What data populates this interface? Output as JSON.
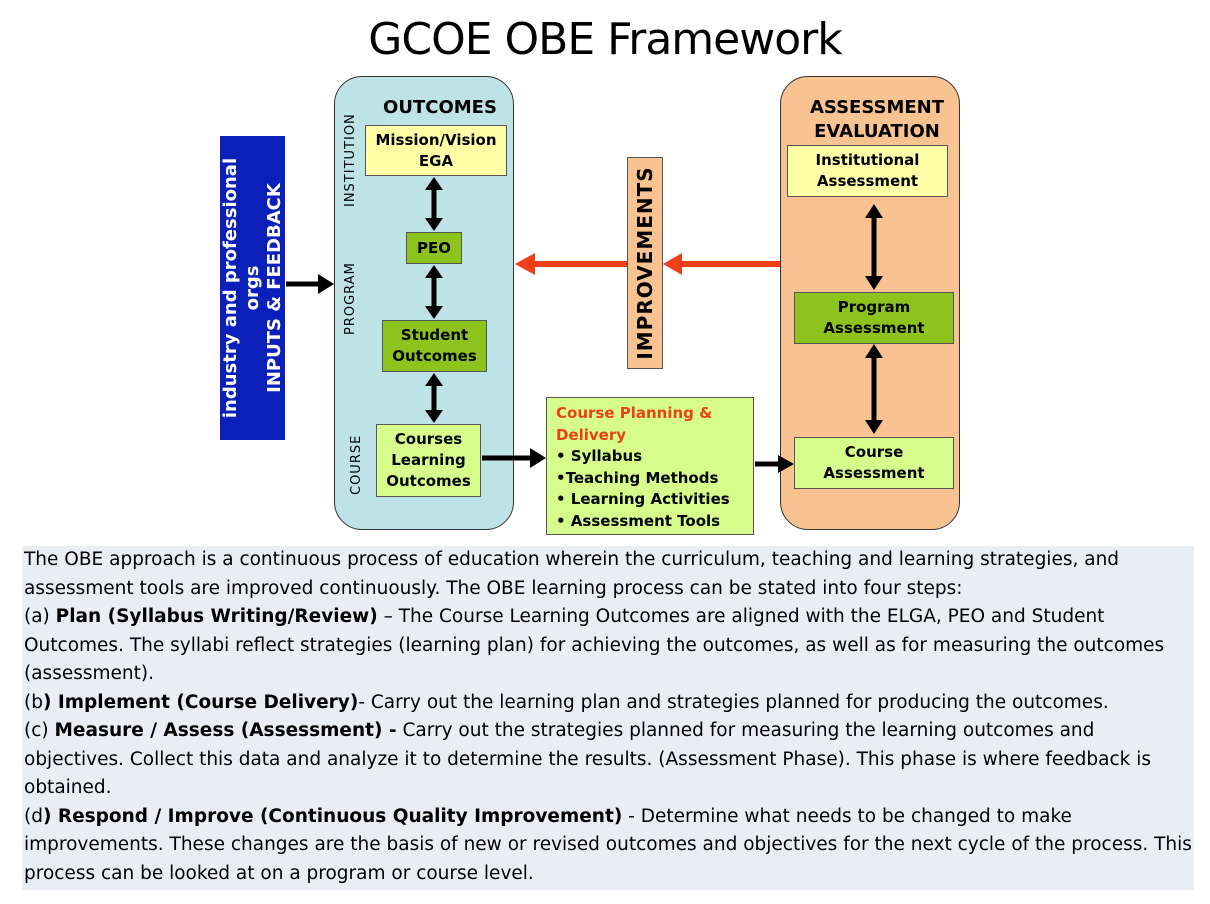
{
  "title": "GCOE OBE Framework",
  "inputs_box": {
    "line1": "industry and professional orgs",
    "line2": "INPUTS & FEEDBACK"
  },
  "outcomes_panel": {
    "heading": "OUTCOMES",
    "side_labels": {
      "institution": "INSTITUTION",
      "program": "PROGRAM",
      "course": "COURSE"
    },
    "mission_line1": "Mission/Vision",
    "mission_line2": "EGA",
    "peo": "PEO",
    "student_line1": "Student",
    "student_line2": "Outcomes",
    "clo_line1": "Courses",
    "clo_line2": "Learning",
    "clo_line3": "Outcomes"
  },
  "improvements": "IMPROVEMENTS",
  "course_planning": {
    "title_line1": "Course Planning &",
    "title_line2": "Delivery",
    "items": [
      "• Syllabus",
      "•Teaching Methods",
      "• Learning Activities",
      "• Assessment Tools"
    ]
  },
  "assessment_panel": {
    "heading_line1": "ASSESSMENT",
    "heading_line2": "EVALUATION",
    "institutional_line1": "Institutional",
    "institutional_line2": "Assessment",
    "program_line1": "Program",
    "program_line2": "Assessment",
    "course_line1": "Course",
    "course_line2": "Assessment"
  },
  "colors": {
    "outcomes_bg": "#bde3e6",
    "assessment_bg": "#f9c391",
    "inputs_bg": "#0a20b8",
    "improvement_arrow": "#f0401a",
    "yellow_box": "#ffffa8",
    "green_box": "#8cc31c",
    "light_green_box": "#d6fc8c"
  },
  "description": {
    "intro": "The OBE approach is a continuous process of education wherein the curriculum, teaching and learning strategies, and assessment tools are improved continuously. The OBE learning process can be stated into four steps:",
    "steps": [
      {
        "prefix": "(a) ",
        "bold": "Plan (Syllabus Writing/Review)",
        "text": " – The Course Learning Outcomes are aligned with the ELGA, PEO and Student Outcomes. The syllabi reflect strategies (learning plan) for achieving  the outcomes, as well as for measuring the outcomes (assessment)."
      },
      {
        "prefix": "(b",
        "bold": ") Implement (Course Delivery)",
        "text": "- Carry out the learning plan and  strategies planned for producing the outcomes."
      },
      {
        "prefix": "(c) ",
        "bold": "Measure / Assess (Assessment) -",
        "text": " Carry out the strategies planned for measuring the learning outcomes and objectives. Collect this data and analyze it to determine the results. (Assessment Phase). This phase is where feedback is obtained."
      },
      {
        "prefix": "(d",
        "bold": ") Respond / Improve (Continuous Quality Improvement)",
        "text": " - Determine what needs to be changed to make improvements. These changes are the basis of new or revised outcomes and objectives for the next cycle of the process. This process can be looked at on a program or course level."
      }
    ]
  }
}
